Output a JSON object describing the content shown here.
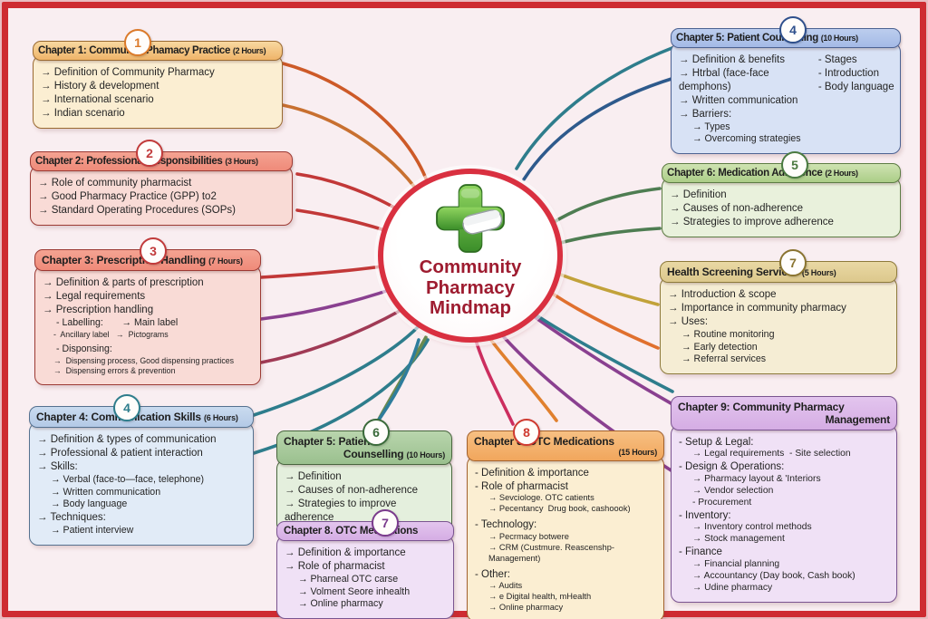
{
  "center": {
    "line1": "Community",
    "line2": "Pharmacy",
    "line3": "Mindmap",
    "icon": "pharmacy-cross-icon"
  },
  "palette": {
    "frame_red": "#ce2b31",
    "background": "#f9eef1",
    "center_ring": "#d93040",
    "center_text": "#9e1c30",
    "cross_green": "#4a9a33",
    "line_orange": "#cd5a28",
    "line_red": "#c23838",
    "line_purple": "#8a4090",
    "line_maroon": "#a03a55",
    "line_teal": "#2e7d8c",
    "line_navy": "#2e5a8c",
    "line_green": "#4e7d52",
    "line_olive": "#6b8a4f",
    "line_gold": "#c2a23a",
    "line_magenta": "#cc2e5f"
  },
  "boxes": [
    {
      "id": "chapter1",
      "badge": "1",
      "title": "Chapter 1: Community Phamacy Practice",
      "hours": "(2 Hours)",
      "items": [
        {
          "i": 0,
          "t": "→ Definition of Community Pharmacy"
        },
        {
          "i": 0,
          "t": "→ History & development"
        },
        {
          "i": 0,
          "t": "→ International scenario"
        },
        {
          "i": 0,
          "t": "→ Indian scenario"
        }
      ]
    },
    {
      "id": "chapter2",
      "badge": "2",
      "title": "Chapter 2: Professional Responsibilities",
      "hours": "(3 Hours)",
      "items": [
        {
          "i": 0,
          "t": "→ Role of community pharmacist"
        },
        {
          "i": 0,
          "t": "→ Good Pharmacy Practice (GPP) to2"
        },
        {
          "i": 0,
          "t": "→ Standard Operating Procedures (SOPs)"
        }
      ]
    },
    {
      "id": "chapter3",
      "badge": "3",
      "title": "Chapter 3: Prescription Handling",
      "hours": "(7 Hours)",
      "items": [
        {
          "i": 0,
          "t": "→ Definition & parts of prescription"
        },
        {
          "i": 0,
          "t": "→ Legal requirements"
        },
        {
          "i": 0,
          "t": "→ Prescription handling"
        },
        {
          "i": 1,
          "t": "- Labelling:       → Main label"
        },
        {
          "i": 2,
          "t": "-  Ancillary label   →  Pictograms"
        },
        {
          "i": 1,
          "t": "- Disponsing:",
          "g": 1
        },
        {
          "i": 2,
          "t": "→  Dispensing process, Good dispensing practices"
        },
        {
          "i": 2,
          "t": "→  Dispensing errors & prevention"
        }
      ]
    },
    {
      "id": "chapter4",
      "badge": "4",
      "title": "Chapter 4: Communication Skills",
      "hours": "(6 Hours)",
      "items": [
        {
          "i": 0,
          "t": "→ Definition & types of communication"
        },
        {
          "i": 0,
          "t": "→ Professional & patient interaction"
        },
        {
          "i": 0,
          "t": "→ Skills:"
        },
        {
          "i": 1,
          "t": "→ Verbal (face-to—face, telephone)"
        },
        {
          "i": 1,
          "t": "→ Written communication"
        },
        {
          "i": 1,
          "t": "→ Body language"
        },
        {
          "i": 0,
          "t": "→ Techniques:"
        },
        {
          "i": 1,
          "t": "→ Patient interview"
        }
      ]
    },
    {
      "id": "chapter5_top",
      "badge": "4",
      "title": "Chapter 5: Patient Counselling",
      "hours": "(10 Hours)",
      "items": [
        {
          "i": 0,
          "t": "→ Definition & benefits"
        },
        {
          "i": 0,
          "t": "→ Htrbal (face-face demphons)"
        },
        {
          "i": 0,
          "t": "→ Written communication"
        },
        {
          "i": 0,
          "t": "→ Barriers:"
        },
        {
          "i": 1,
          "t": "→ Types"
        },
        {
          "i": 1,
          "t": "→ Overcoming strategies"
        }
      ],
      "items_right": [
        {
          "i": 0,
          "t": "- Stages"
        },
        {
          "i": 0,
          "t": "- Introduction"
        },
        {
          "i": 0,
          "t": "- Body language"
        }
      ]
    },
    {
      "id": "chapter6",
      "badge": "5",
      "title": "Chapter 6: Medication Adherence",
      "hours": "(2 Hours)",
      "items": [
        {
          "i": 0,
          "t": "→ Definition"
        },
        {
          "i": 0,
          "t": "→ Causes of non-adherence"
        },
        {
          "i": 0,
          "t": "→ Strategies to improve adherence"
        }
      ]
    },
    {
      "id": "health_screening",
      "badge": "7",
      "title": "Health Screening Services",
      "hours": "(5 Hours)",
      "items": [
        {
          "i": 0,
          "t": "→ Introduction & scope"
        },
        {
          "i": 0,
          "t": "→ Importance in community pharmacy"
        },
        {
          "i": 0,
          "t": "→ Uses:"
        },
        {
          "i": 1,
          "t": "→ Routine monitoring"
        },
        {
          "i": 1,
          "t": "→ Early detection"
        },
        {
          "i": 1,
          "t": "→ Referral services"
        }
      ]
    },
    {
      "id": "chapter9",
      "badge": "",
      "title": "Chapter 9: Community Pharmacy",
      "title2": "Management",
      "hours": "",
      "items": [
        {
          "i": 0,
          "t": "- Setup & Legal:"
        },
        {
          "i": 1,
          "t": "→ Legal requirements  - Site selection"
        },
        {
          "i": 0,
          "t": "- Design & Operations:"
        },
        {
          "i": 1,
          "t": "→ Pharmacy layout & 'Interiors"
        },
        {
          "i": 1,
          "t": "→ Vendor selection"
        },
        {
          "i": 1,
          "t": "- Procurement"
        },
        {
          "i": 0,
          "t": "- Inventory:"
        },
        {
          "i": 1,
          "t": "→ Inventory control methods"
        },
        {
          "i": 1,
          "t": "→ Stock management"
        },
        {
          "i": 0,
          "t": "- Finance"
        },
        {
          "i": 1,
          "t": "→ Financial planning"
        },
        {
          "i": 1,
          "t": "→ Accountancy (Day book, Cash book)"
        },
        {
          "i": 1,
          "t": "→ Udine pharmacy"
        }
      ]
    },
    {
      "id": "chapter5_bottom",
      "badge": "6",
      "title": "Chapter 5: Patient",
      "title2": "Counselling",
      "hours": "(10 Hours)",
      "items": [
        {
          "i": 0,
          "t": "→ Definition"
        },
        {
          "i": 0,
          "t": "→ Causes of non-adherence"
        },
        {
          "i": 0,
          "t": "→ Strategies to improve adherence"
        }
      ]
    },
    {
      "id": "chapter8_purple",
      "badge": "7",
      "title": "Chapter 8. OTC Medications",
      "hours": "",
      "items": [
        {
          "i": 0,
          "t": "→ Definition & importance"
        },
        {
          "i": 0,
          "t": "→ Role of pharmacist"
        },
        {
          "i": 1,
          "t": "→ Pharneal OTC carse"
        },
        {
          "i": 1,
          "t": "→ Volment Seore inhealth"
        },
        {
          "i": 1,
          "t": "→ Online pharmacy"
        }
      ]
    },
    {
      "id": "chapter8_orange",
      "badge": "8",
      "title": "Chapter 8. OTC Medications",
      "hours": "(15 Hours)",
      "items": [
        {
          "i": 0,
          "t": "- Definition & importance"
        },
        {
          "i": 0,
          "t": "- Role of pharmacist"
        },
        {
          "i": 1,
          "t": "→ Sevciologe. OTC catients"
        },
        {
          "i": 1,
          "t": "→ Pecentancy  Drug book, cashoook)"
        },
        {
          "i": 0,
          "t": "- Technology:",
          "g": 1
        },
        {
          "i": 1,
          "t": "→ Pecrmacy botwere"
        },
        {
          "i": 1,
          "t": "→ CRM (Custmure. Reascenshp-Management)"
        },
        {
          "i": 0,
          "t": "- Other:",
          "g": 1
        },
        {
          "i": 1,
          "t": "→ Audits"
        },
        {
          "i": 1,
          "t": "→ e Digital health, mHealth"
        },
        {
          "i": 1,
          "t": "→ Online pharmacy"
        }
      ]
    }
  ]
}
